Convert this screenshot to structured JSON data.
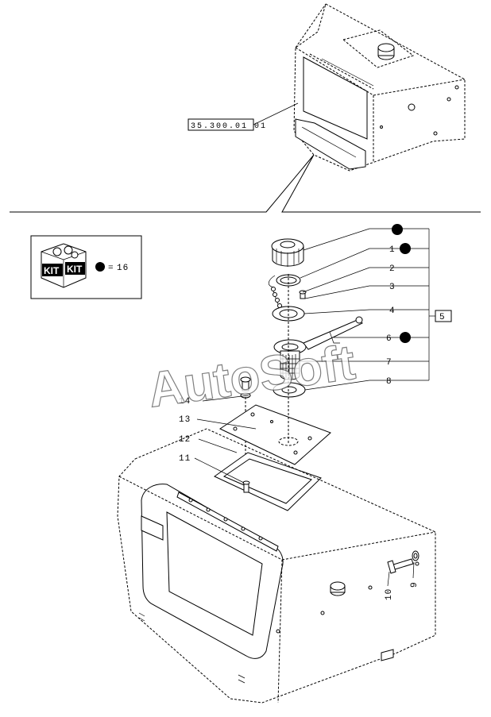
{
  "reference_label": "35.300.01 01",
  "kit_legend": {
    "kit_text": "KIT",
    "quantity": "16"
  },
  "watermark": "AutoSoft",
  "callouts": [
    "1",
    "2",
    "3",
    "4",
    "5",
    "6",
    "7",
    "8",
    "9",
    "10",
    "11",
    "12",
    "13",
    "14"
  ]
}
